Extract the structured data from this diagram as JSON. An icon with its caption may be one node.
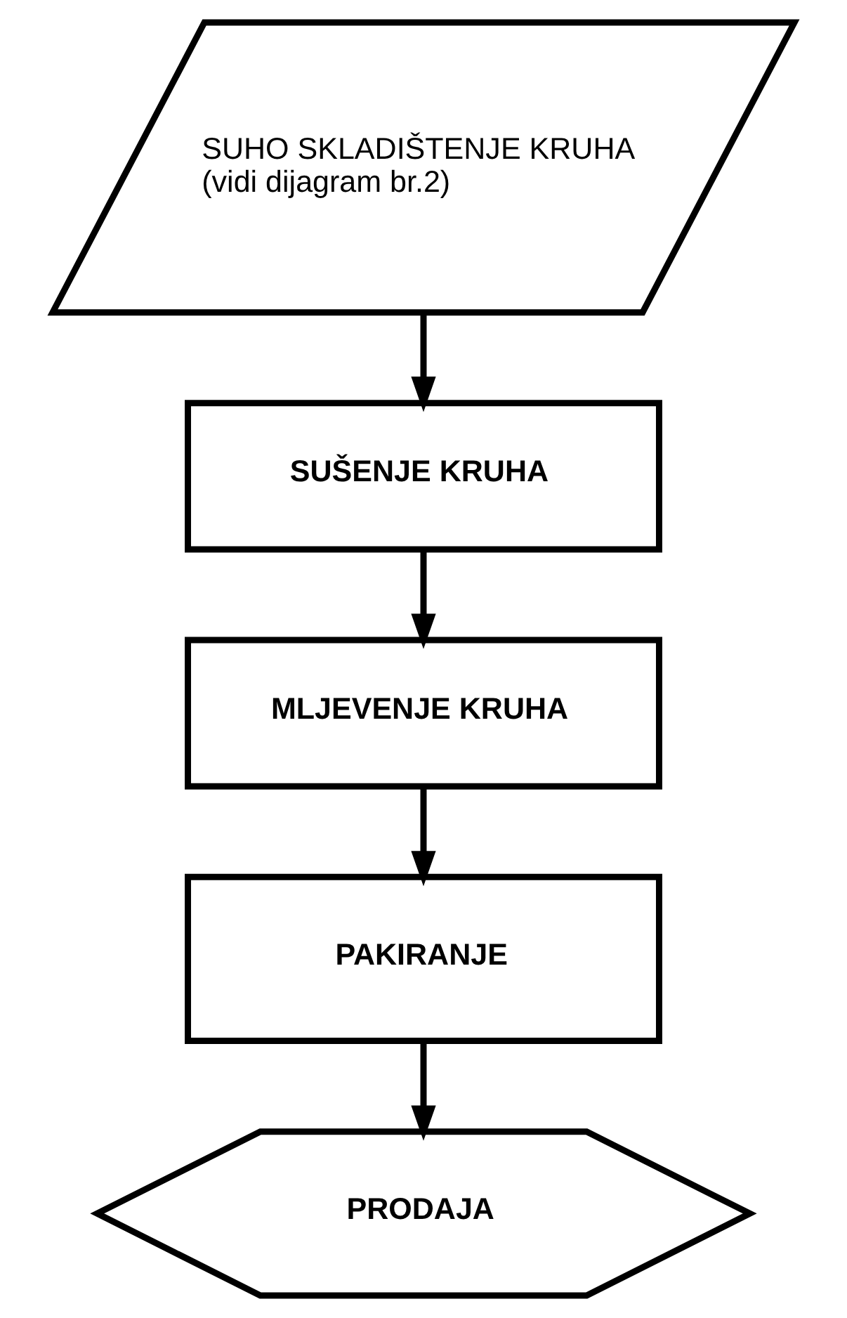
{
  "diagram": {
    "nodes": [
      {
        "text": [
          "SUHO SKLADIŠTENJE KRUHA (vidi dijagram br.2)"
        ]
      },
      {
        "text": [
          "SUŠENJE KRUHA"
        ]
      },
      {
        "text": [
          "MLJEVENJE KRUHA"
        ]
      },
      {
        "text": [
          "PAKIRANJE"
        ]
      },
      {
        "text": [
          "PRODAJA"
        ]
      }
    ],
    "edges": [
      {
        "from": 0,
        "to": 1,
        "arrow": "to"
      },
      {
        "from": 1,
        "to": 2,
        "arrow": "to"
      },
      {
        "from": 2,
        "to": 3,
        "arrow": "to"
      },
      {
        "from": 3,
        "to": 4,
        "arrow": "to"
      }
    ]
  }
}
